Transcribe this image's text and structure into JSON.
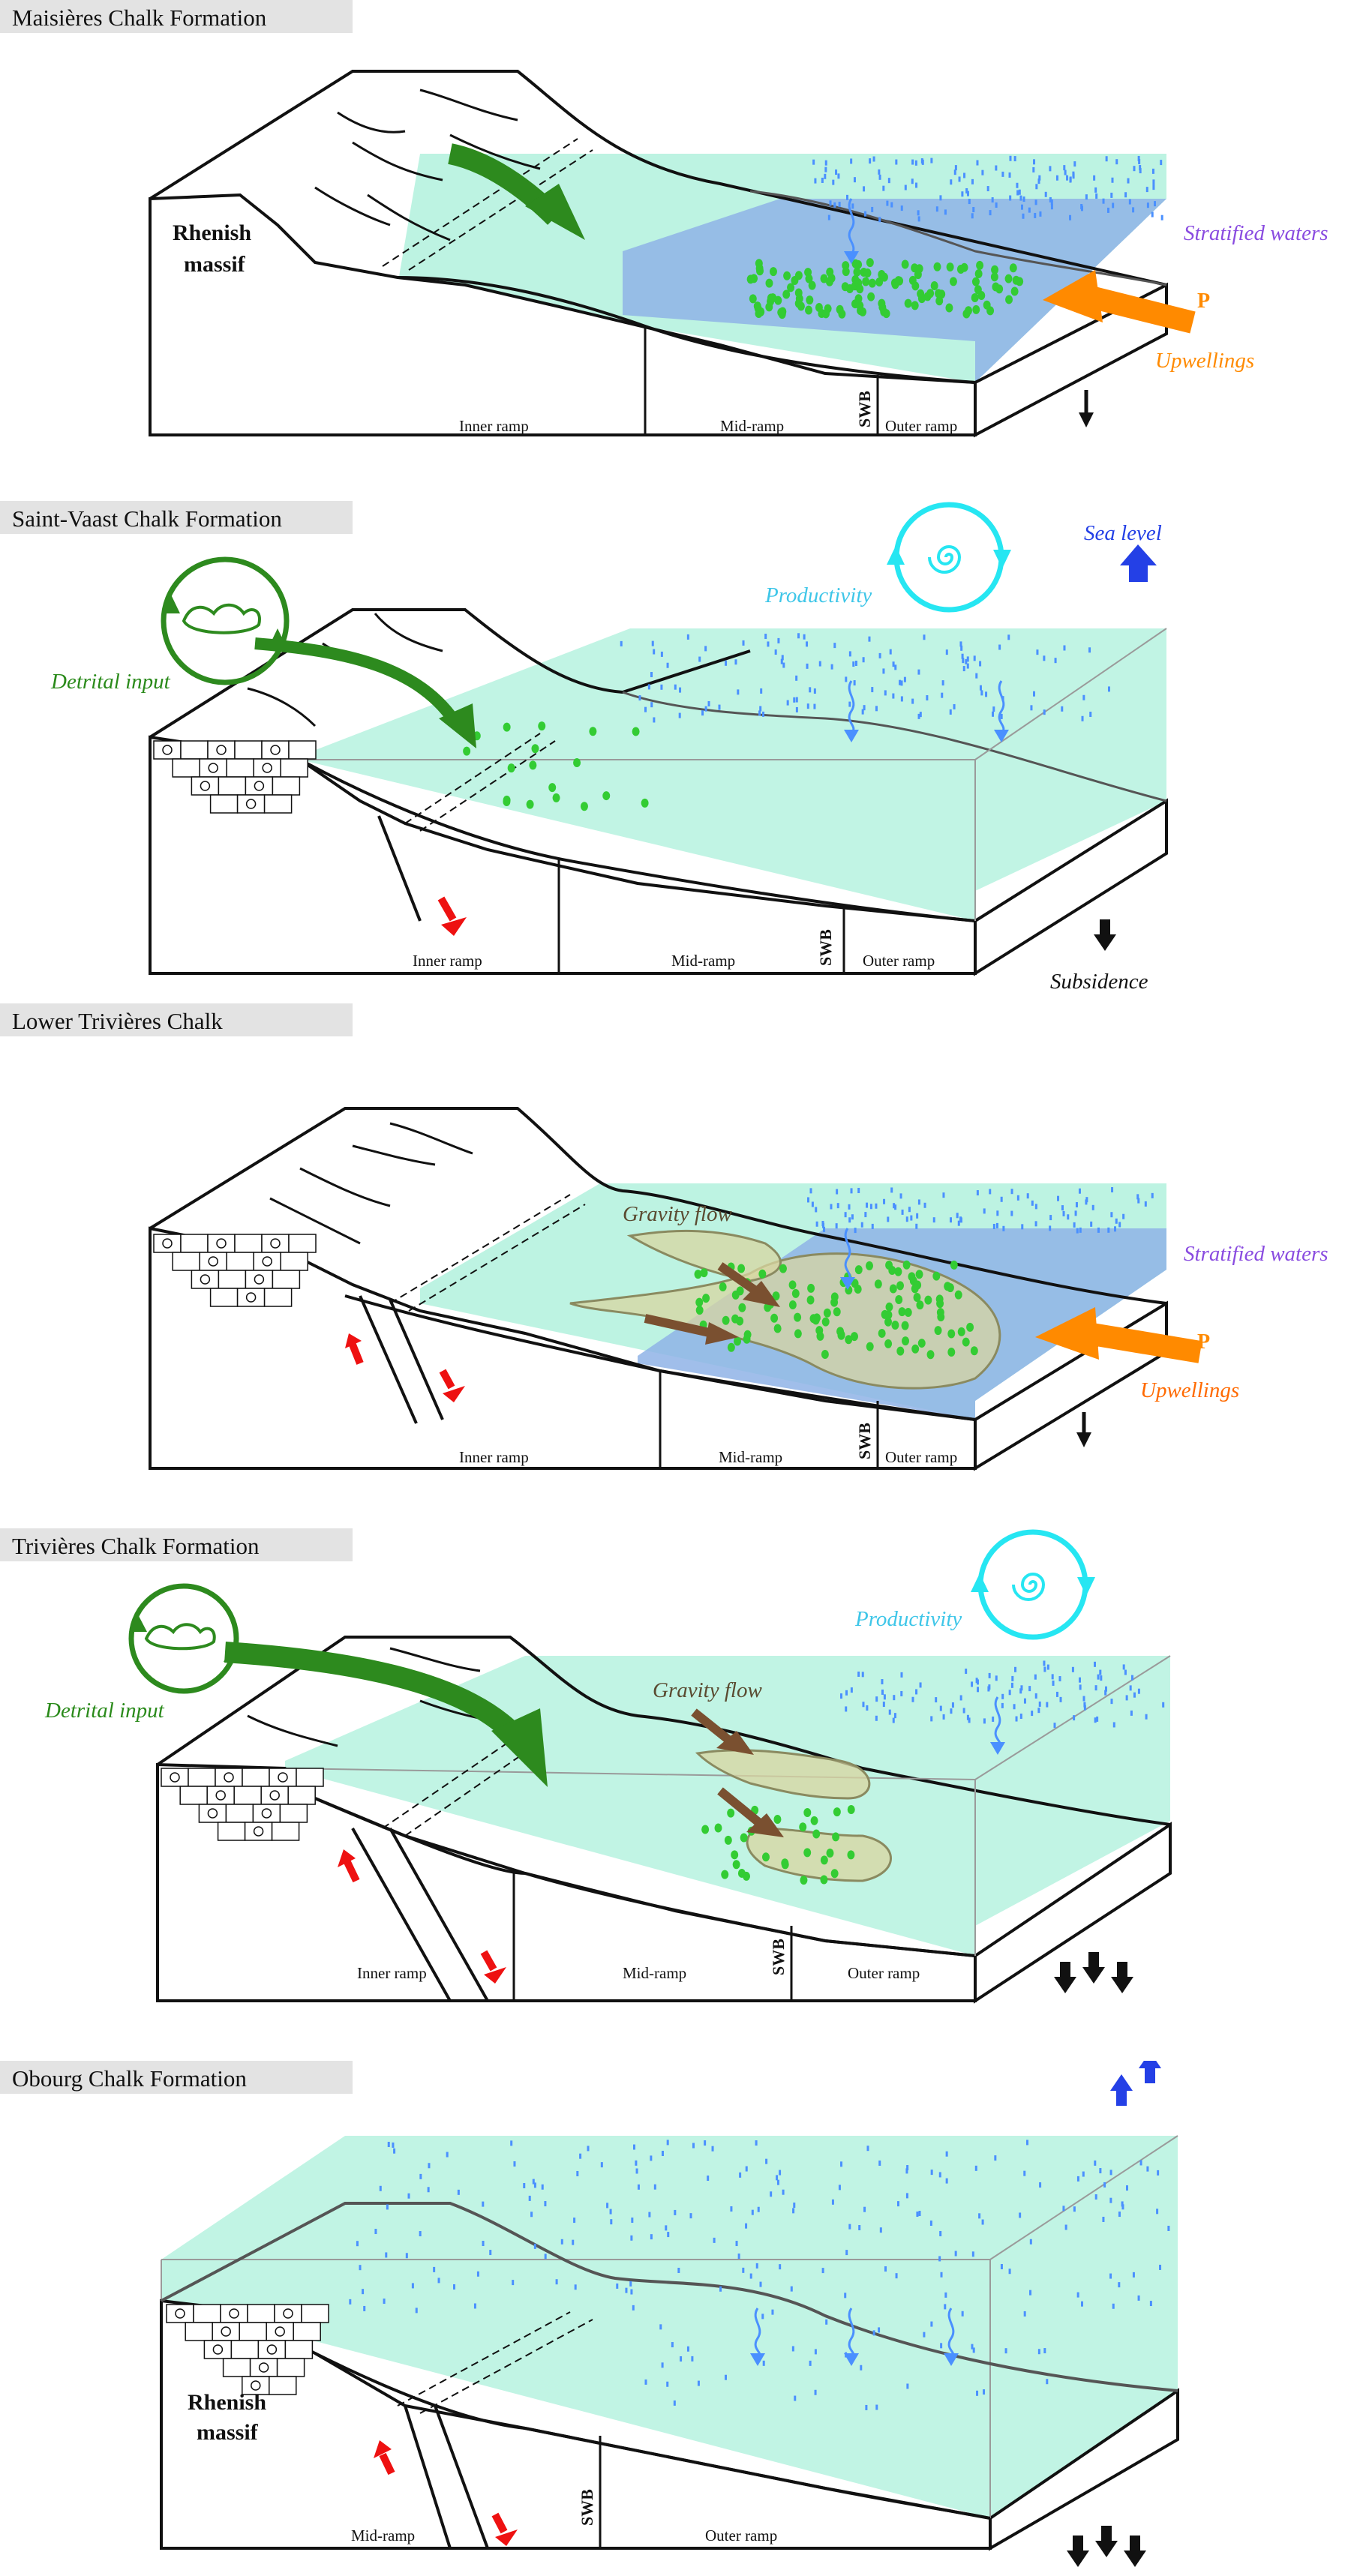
{
  "colors": {
    "water": "#b6f2df",
    "stratified": "#8fb3e6",
    "upwelling": "#ff8a00",
    "productivity": "#26e6f2",
    "detrital": "#2d8a1e",
    "gravity_fill": "#d8d6a0",
    "gravity_arrow": "#7a5030",
    "sea_level": "#2440e6",
    "stratified_text": "#8a4ce0",
    "productivity_text": "#3ec6e8",
    "detrital_text": "#2a8a1a",
    "tectonic_red": "#ee1111",
    "plankton": "#4a90ff",
    "green_dots": "#33cc33"
  },
  "icons": {
    "detrital": "detrital-input-icon",
    "productivity": "productivity-spiral-icon",
    "sea_level": "sea-level-arrow-icon",
    "subsidence": "subsidence-arrow-icon",
    "upwelling": "upwelling-arrow-icon",
    "fault": "fault-arrow-icon"
  },
  "panels": [
    {
      "title": "Maisières Chalk Formation",
      "massif_line1": "Rhenish",
      "massif_line2": "massif",
      "ramps": {
        "inner": "Inner ramp",
        "mid": "Mid-ramp",
        "swb": "SWB",
        "outer": "Outer ramp"
      },
      "stratified": "Stratified waters",
      "upwellings": "Upwellings",
      "p_label": "P",
      "subsidence_arrows": 1
    },
    {
      "title": "Saint-Vaast Chalk Formation",
      "ramps": {
        "inner": "Inner ramp",
        "mid": "Mid-ramp",
        "swb": "SWB",
        "outer": "Outer ramp"
      },
      "detrital": "Detrital input",
      "productivity": "Productivity",
      "sea_level": "Sea level",
      "sea_level_arrows": 1,
      "subsidence": "Subsidence",
      "subsidence_arrows": 1
    },
    {
      "title": "Lower Trivières Chalk",
      "ramps": {
        "inner": "Inner ramp",
        "mid": "Mid-ramp",
        "swb": "SWB",
        "outer": "Outer ramp"
      },
      "gravity": "Gravity flow",
      "stratified": "Stratified waters",
      "upwellings": "Upwellings",
      "p_label": "P",
      "subsidence_arrows": 1
    },
    {
      "title": "Trivières Chalk Formation",
      "ramps": {
        "inner": "Inner ramp",
        "mid": "Mid-ramp",
        "swb": "SWB",
        "outer": "Outer ramp"
      },
      "detrital": "Detrital input",
      "productivity": "Productivity",
      "gravity": "Gravity flow",
      "subsidence_arrows": 3
    },
    {
      "title": "Obourg Chalk Formation",
      "massif_line1": "Rhenish",
      "massif_line2": "massif",
      "ramps": {
        "mid": "Mid-ramp",
        "swb": "SWB",
        "outer": "Outer ramp"
      },
      "sea_level_arrows": 2,
      "subsidence_arrows": 3
    }
  ]
}
